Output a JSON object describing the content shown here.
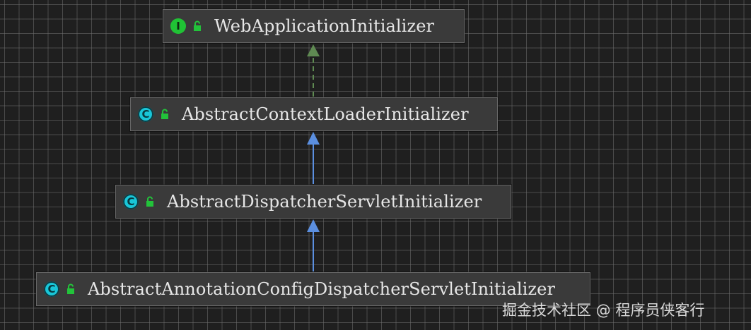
{
  "nodes": [
    {
      "kind": "interface",
      "kind_letter": "I",
      "visibility": "public",
      "label": "WebApplicationInitializer"
    },
    {
      "kind": "class",
      "kind_letter": "C",
      "visibility": "public",
      "label": "AbstractContextLoaderInitializer"
    },
    {
      "kind": "class",
      "kind_letter": "C",
      "visibility": "public",
      "label": "AbstractDispatcherServletInitializer"
    },
    {
      "kind": "class",
      "kind_letter": "C",
      "visibility": "public",
      "label": "AbstractAnnotationConfigDispatcherServletInitializer"
    }
  ],
  "edges": [
    {
      "from": "AbstractContextLoaderInitializer",
      "to": "WebApplicationInitializer",
      "relation": "implements",
      "style": "dashed"
    },
    {
      "from": "AbstractDispatcherServletInitializer",
      "to": "AbstractContextLoaderInitializer",
      "relation": "extends",
      "style": "solid"
    },
    {
      "from": "AbstractAnnotationConfigDispatcherServletInitializer",
      "to": "AbstractDispatcherServletInitializer",
      "relation": "extends",
      "style": "solid"
    }
  ],
  "colors": {
    "background": "#1f1f1f",
    "grid": "#6e6e6e",
    "node_fill": "#3a3a3a",
    "interface_icon": "#20c235",
    "class_icon": "#19c6d8",
    "lock": "#22c33a",
    "implements_edge": "#5f8a52",
    "extends_edge": "#5b8fe0"
  },
  "watermark": "掘金技术社区 @ 程序员侠客行"
}
